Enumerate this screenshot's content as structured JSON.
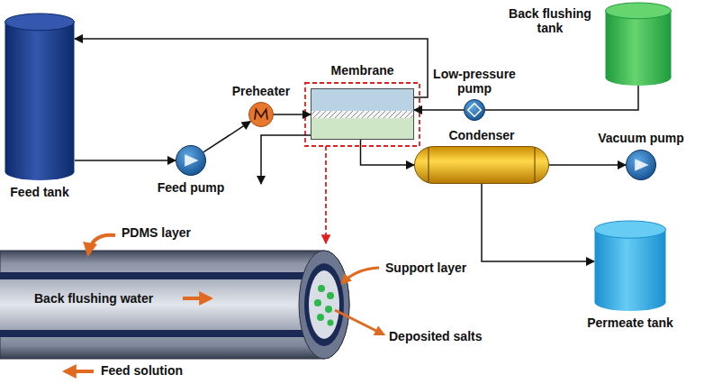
{
  "diagram": {
    "nodes": [
      {
        "text": [
          "Feed tank"
        ]
      },
      {
        "text": [
          "Feed pump"
        ]
      },
      {
        "text": [
          "Preheater"
        ]
      },
      {
        "text": [
          "Membrane"
        ]
      },
      {
        "text": [
          "Back flushing tank"
        ]
      },
      {
        "text": [
          "Low-pressure pump"
        ]
      },
      {
        "text": [
          "Condenser"
        ]
      },
      {
        "text": [
          "Vacuum pump"
        ]
      },
      {
        "text": [
          "Permeate tank"
        ]
      }
    ],
    "edges": [
      {
        "from": 0,
        "to": 1,
        "arrow": "to"
      },
      {
        "from": 1,
        "to": 2,
        "arrow": "to"
      },
      {
        "from": 2,
        "to": 3,
        "arrow": "to"
      },
      {
        "from": 3,
        "to": 0,
        "arrow": "to"
      },
      {
        "from": 4,
        "to": 5,
        "arrow": "none"
      },
      {
        "from": 5,
        "to": 3,
        "arrow": "to"
      },
      {
        "from": 3,
        "to": 6,
        "arrow": "to"
      },
      {
        "from": 6,
        "to": 7,
        "arrow": "to"
      },
      {
        "from": 6,
        "to": 8,
        "arrow": "to"
      }
    ],
    "labels": [
      "PDMS layer",
      "Support layer",
      "Back flushing water",
      "Deposited salts",
      "Feed solution"
    ]
  }
}
